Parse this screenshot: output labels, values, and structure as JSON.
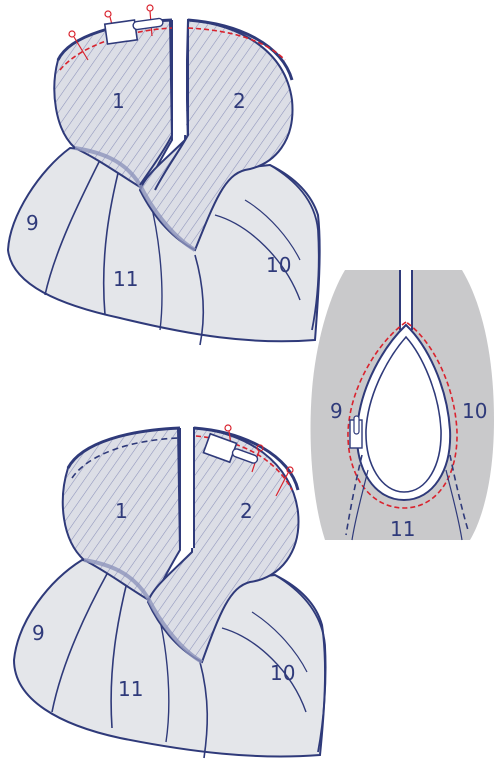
{
  "colors": {
    "outline": "#2f3a7a",
    "fabric_light": "#e4e6ea",
    "fabric_panel": "#d9dbe4",
    "detail_bg": "#c9c9cb",
    "stitch_red": "#d9232e",
    "seam_shade": "#8d93bb"
  },
  "diagram_top": {
    "labels": {
      "panel_1": "1",
      "panel_2": "2",
      "panel_9": "9",
      "panel_10": "10",
      "panel_11": "11"
    }
  },
  "diagram_detail": {
    "labels": {
      "panel_9": "9",
      "panel_10": "10",
      "panel_11": "11"
    }
  },
  "diagram_bottom": {
    "labels": {
      "panel_1": "1",
      "panel_2": "2",
      "panel_9": "9",
      "panel_10": "10",
      "panel_11": "11"
    }
  }
}
